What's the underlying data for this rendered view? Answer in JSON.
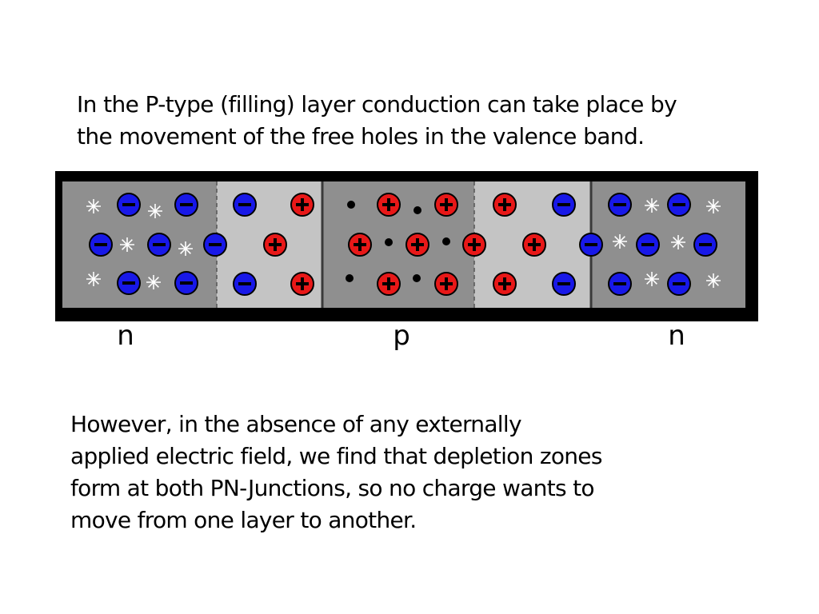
{
  "intro": {
    "lines": [
      "In the P-type (filling) layer conduction can take place by",
      "the movement of the free holes in the valence band."
    ]
  },
  "outro": {
    "lines": [
      "However, in the absence of any externally",
      "applied electric field, we find that depletion zones",
      "form at both PN-Junctions, so no charge wants to",
      "move from one layer to another."
    ]
  },
  "diagram": {
    "layer_labels": [
      "n",
      "p",
      "n"
    ],
    "colors": {
      "frame": "#000000",
      "bulk_region": "#8f8f8f",
      "depletion_region": "#c4c4c4",
      "electron": "#1818e8",
      "hole": "#e81818",
      "donor_atom": "#ffffff",
      "acceptor_dot": "#000000"
    },
    "icons": {
      "electron": "minus-circle-icon",
      "hole": "plus-circle-icon",
      "donor": "asterisk-icon",
      "acceptor": "dot-icon"
    }
  }
}
